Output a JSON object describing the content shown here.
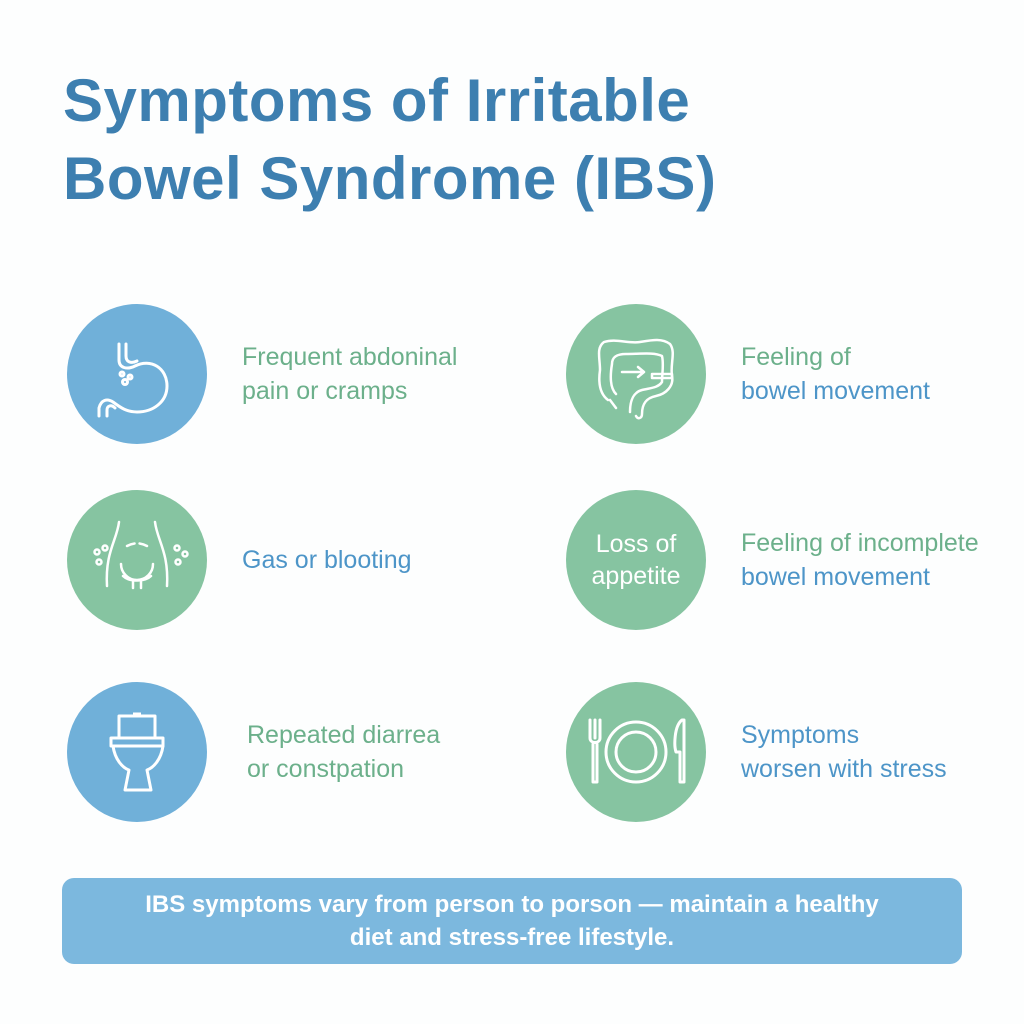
{
  "title": {
    "line1": "Symptoms of Irritable",
    "line2": "Bowel Syndrome (IBS)"
  },
  "colors": {
    "title": "#3d7fb0",
    "blue": "#70b0d9",
    "green": "#86c4a1",
    "text_green": "#6cb08b",
    "text_blue": "#4d95c8",
    "banner": "#7cb8de"
  },
  "items": [
    {
      "icon": "stomach-icon",
      "line1": "Frequent abdoninal",
      "line2": "pain or cramps"
    },
    {
      "icon": "intestine-icon",
      "line1": "Feeling of",
      "line2": "bowel movement"
    },
    {
      "icon": "abdomen-bloating-icon",
      "line1": "Gas or blooting"
    },
    {
      "circle_text1": "Loss of",
      "circle_text2": "appetite",
      "line1": "Feeling of incomplete",
      "line2": "bowel movement"
    },
    {
      "icon": "toilet-icon",
      "line1": "Repeated diarrea",
      "line2": "or constpation"
    },
    {
      "icon": "plate-fork-knife-icon",
      "line1": "Symptoms",
      "line2": "worsen with stress"
    }
  ],
  "banner": {
    "line1": "IBS symptoms vary from person to porson — maintain a healthy",
    "line2": "diet and stress-free lifestyle."
  }
}
